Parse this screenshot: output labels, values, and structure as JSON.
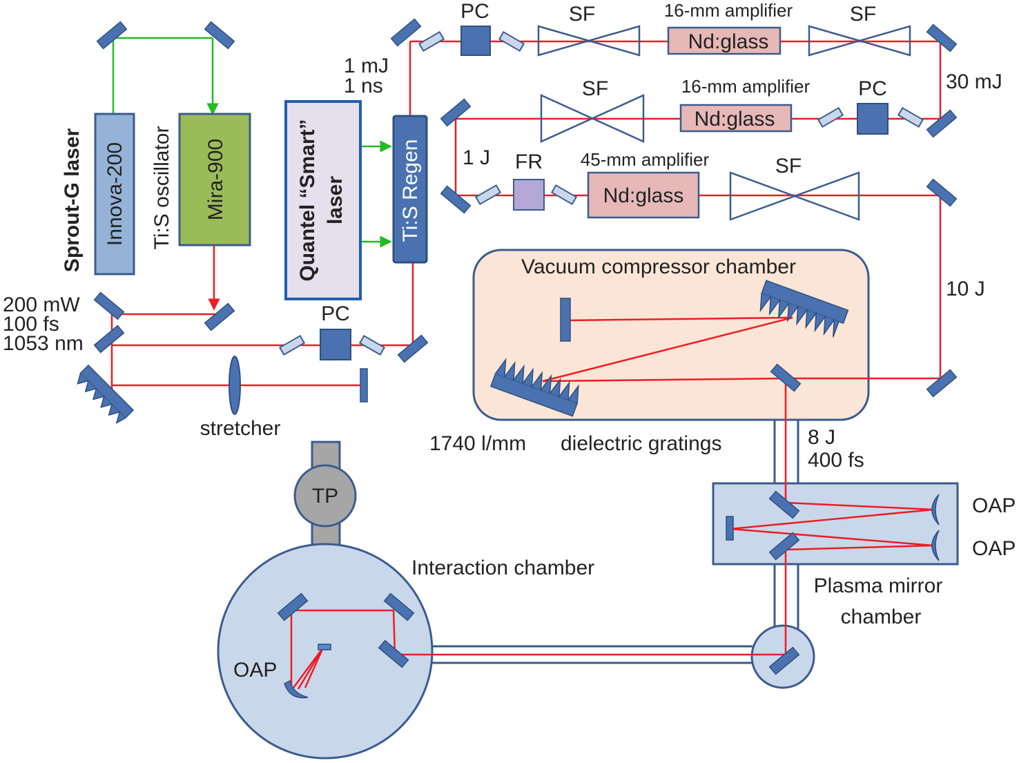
{
  "colors": {
    "beam_red": "#ee1c24",
    "beam_green": "#22bb22",
    "optic_blue": "#4a72b0",
    "optic_blue_dark": "#2f4f7f",
    "amp_pink": "#e6b8b7",
    "osc_green": "#9bbb59",
    "innova_blue": "#95b3d7",
    "quantel_fill": "#e6e0ec",
    "quantel_border": "#1f5fb0",
    "fr_purple": "#b4a7d6",
    "compressor_fill": "#fbe5d6",
    "chamber_fill": "#c9d7ea",
    "tp_gray": "#a6a6a6"
  },
  "pump": {
    "sprout_label": "Sprout-G laser",
    "innova_label": "Innova-200",
    "osc_side_label": "Ti:S oscillator",
    "mira_label": "Mira-900",
    "quantel_line1": "Quantel “Smart”",
    "quantel_line2": "laser",
    "regen_label": "Ti:S Regen"
  },
  "front_end": {
    "power": "200 mW",
    "duration": "100 fs",
    "wavelength": "1053 nm",
    "pc_label": "PC",
    "stretcher_label": "stretcher",
    "regen_out_energy": "1 mJ",
    "regen_out_duration": "1 ns"
  },
  "amp_row1": {
    "pc_label": "PC",
    "sf_left": "SF",
    "amp_caption": "16-mm amplifier",
    "amp_label": "Nd:glass",
    "sf_right": "SF",
    "energy_out": "30 mJ"
  },
  "amp_row2": {
    "sf_label": "SF",
    "amp_caption": "16-mm amplifier",
    "amp_label": "Nd:glass",
    "pc_label": "PC",
    "energy_out": "1 J"
  },
  "amp_row3": {
    "fr_label": "FR",
    "amp_caption": "45-mm amplifier",
    "amp_label": "Nd:glass",
    "sf_label": "SF",
    "energy_out": "10 J"
  },
  "compressor": {
    "title": "Vacuum compressor chamber",
    "grating_caption_a": "1740 l/mm",
    "grating_caption_b": "dielectric gratings",
    "out_energy": "8 J",
    "out_duration": "400 fs"
  },
  "plasma_mirror": {
    "oap1": "OAP",
    "oap2": "OAP",
    "caption_line1": "Plasma mirror",
    "caption_line2": "chamber"
  },
  "interaction": {
    "tp_label": "TP",
    "caption": "Interaction chamber",
    "oap_label": "OAP"
  }
}
